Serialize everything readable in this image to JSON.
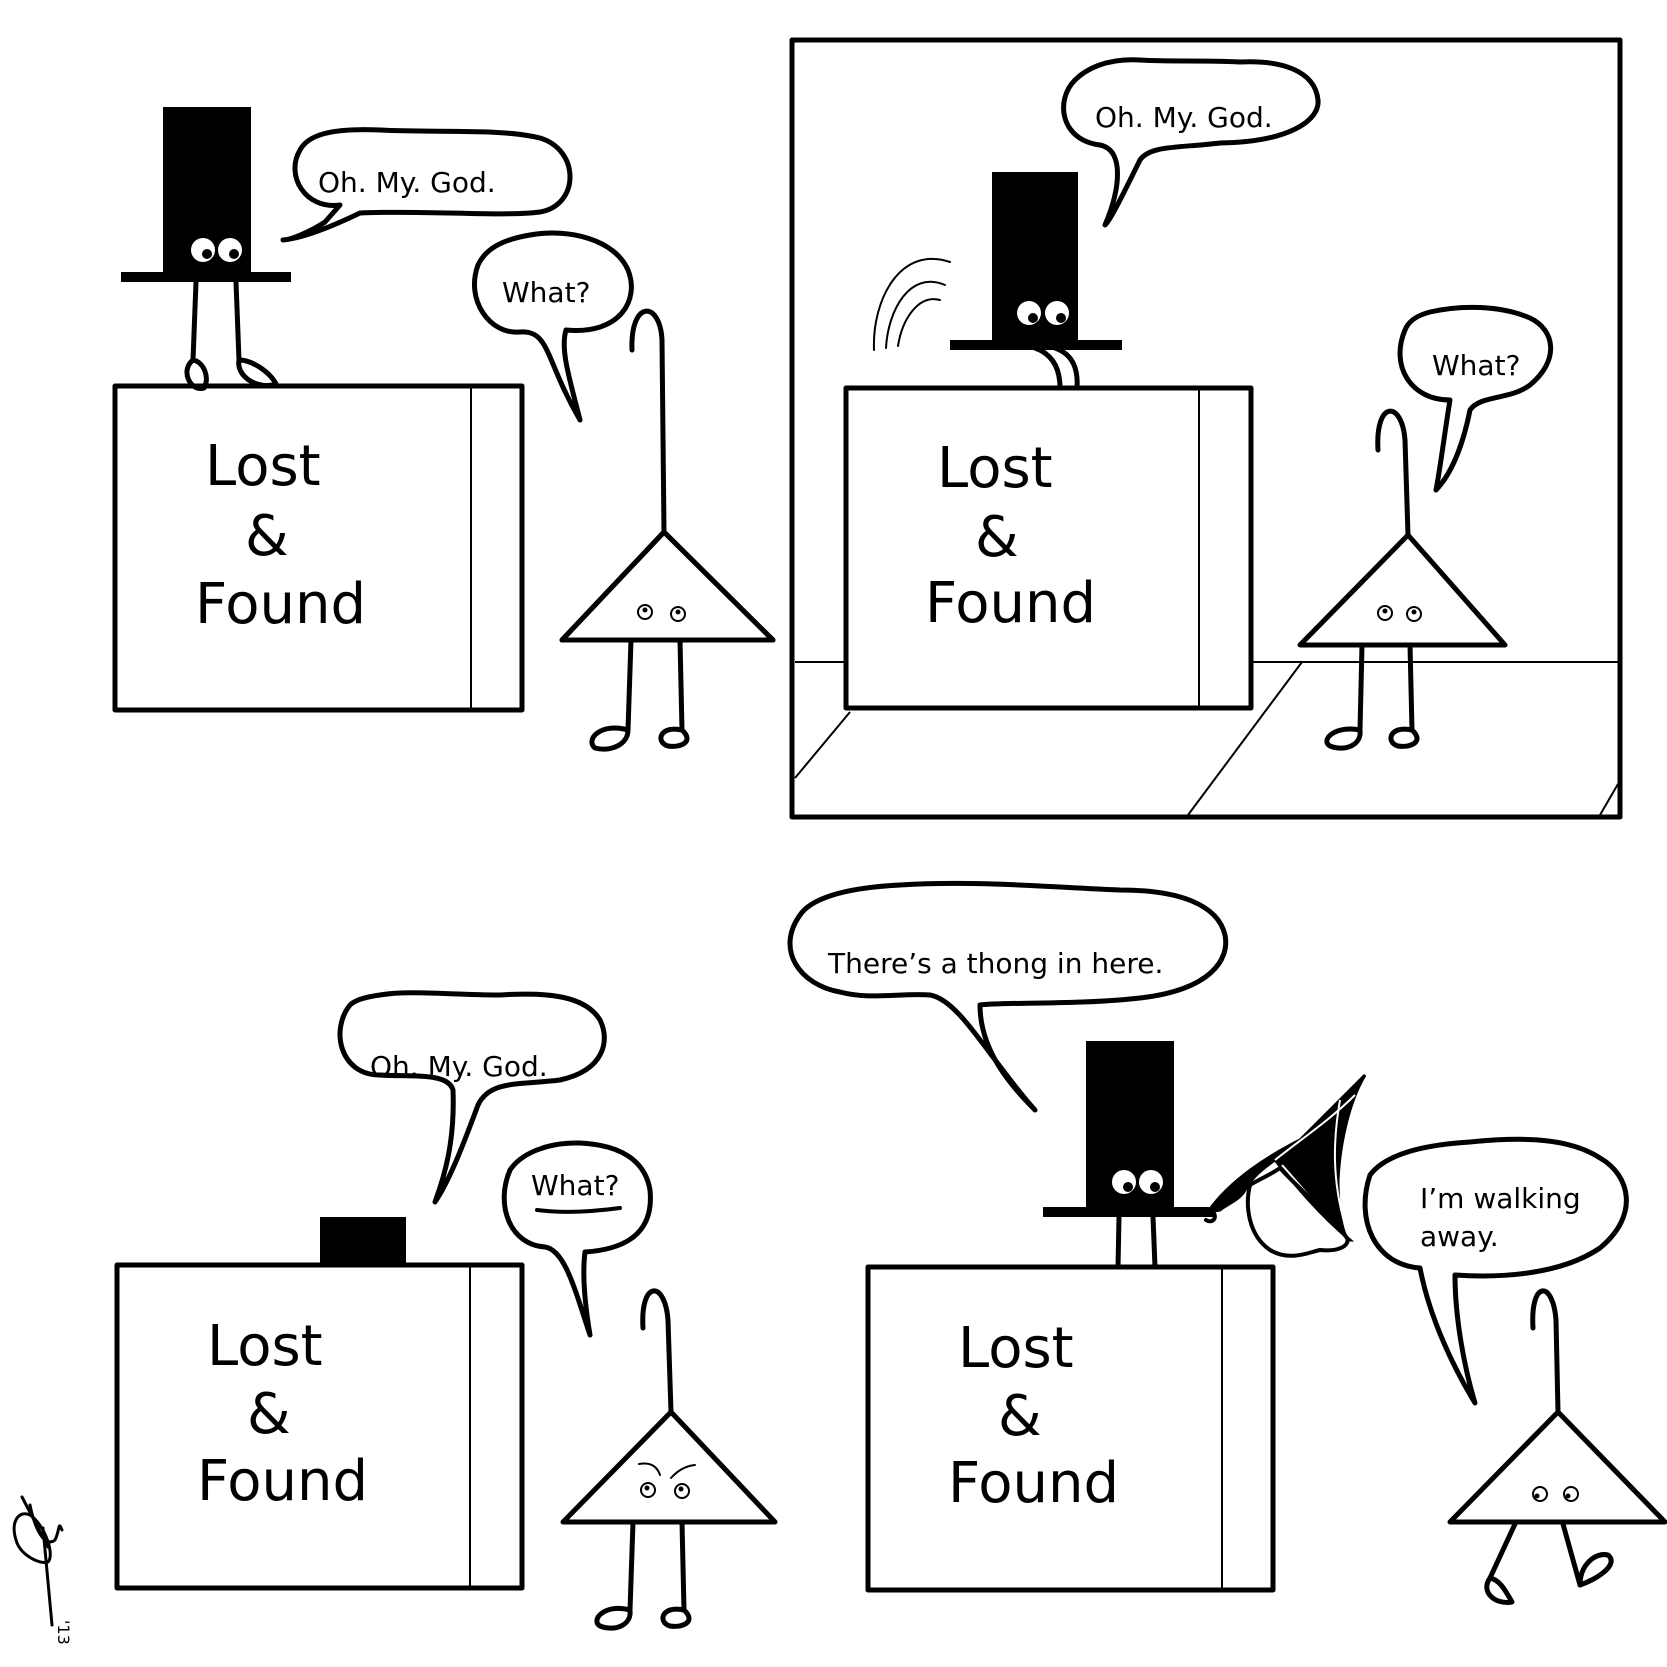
{
  "comic": {
    "panel_count": 4,
    "ink_color": "#000000",
    "paper_color": "#ffffff",
    "signature": "'13",
    "panels": [
      {
        "id": 1,
        "framed": false,
        "box_sign": [
          "Lost",
          "&",
          "Found"
        ],
        "hat_speech": "Oh. My. God.",
        "triangle_speech": "What?",
        "hat_pose": "standing on box",
        "triangle_expression": "neutral"
      },
      {
        "id": 2,
        "framed": true,
        "box_sign": [
          "Lost",
          "&",
          "Found"
        ],
        "hat_speech": "Oh. My. God.",
        "triangle_speech": "What?",
        "hat_pose": "climbing into box",
        "triangle_expression": "neutral"
      },
      {
        "id": 3,
        "framed": false,
        "box_sign": [
          "Lost",
          "&",
          "Found"
        ],
        "hat_speech": "Oh. My. God.",
        "triangle_speech": "What?",
        "triangle_speech_emphasis": "underlined",
        "hat_pose": "inside box",
        "triangle_expression": "annoyed"
      },
      {
        "id": 4,
        "framed": false,
        "box_sign": [
          "Lost",
          "&",
          "Found"
        ],
        "hat_speech": "There’s a thong in here.",
        "triangle_speech_lines": [
          "I’m walking",
          "away."
        ],
        "hat_pose": "holding thong",
        "triangle_expression": "neutral",
        "triangle_pose": "walking"
      }
    ]
  }
}
